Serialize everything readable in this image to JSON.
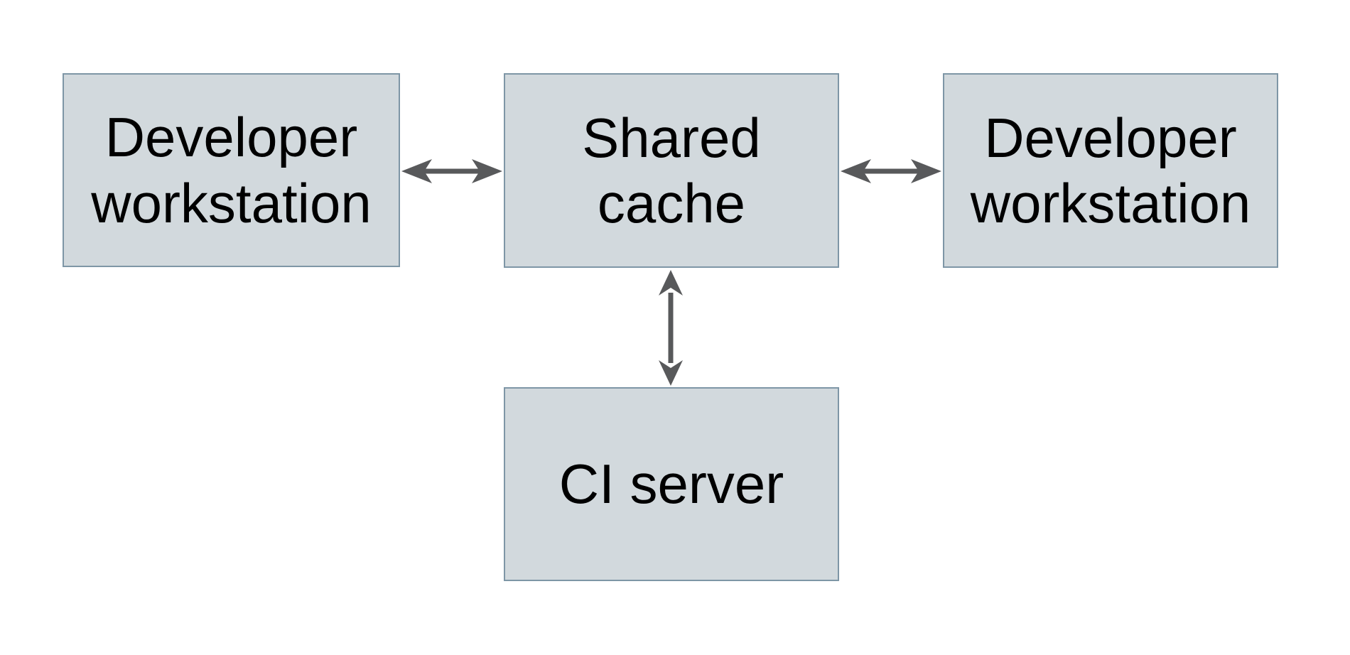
{
  "diagram": {
    "nodes": {
      "dev_left": {
        "label": "Developer\nworkstation"
      },
      "shared_cache": {
        "label": "Shared\ncache"
      },
      "dev_right": {
        "label": "Developer\nworkstation"
      },
      "ci_server": {
        "label": "CI server"
      }
    },
    "edges": [
      {
        "from": "dev_left",
        "to": "shared_cache",
        "direction": "bidirectional",
        "orientation": "horizontal"
      },
      {
        "from": "shared_cache",
        "to": "dev_right",
        "direction": "bidirectional",
        "orientation": "horizontal"
      },
      {
        "from": "shared_cache",
        "to": "ci_server",
        "direction": "bidirectional",
        "orientation": "vertical"
      }
    ]
  },
  "colors": {
    "background": "#ffffff",
    "node_fill": "#d2d9dd",
    "node_border": "#7e96a6",
    "arrow": "#58595b",
    "text": "#000000"
  }
}
